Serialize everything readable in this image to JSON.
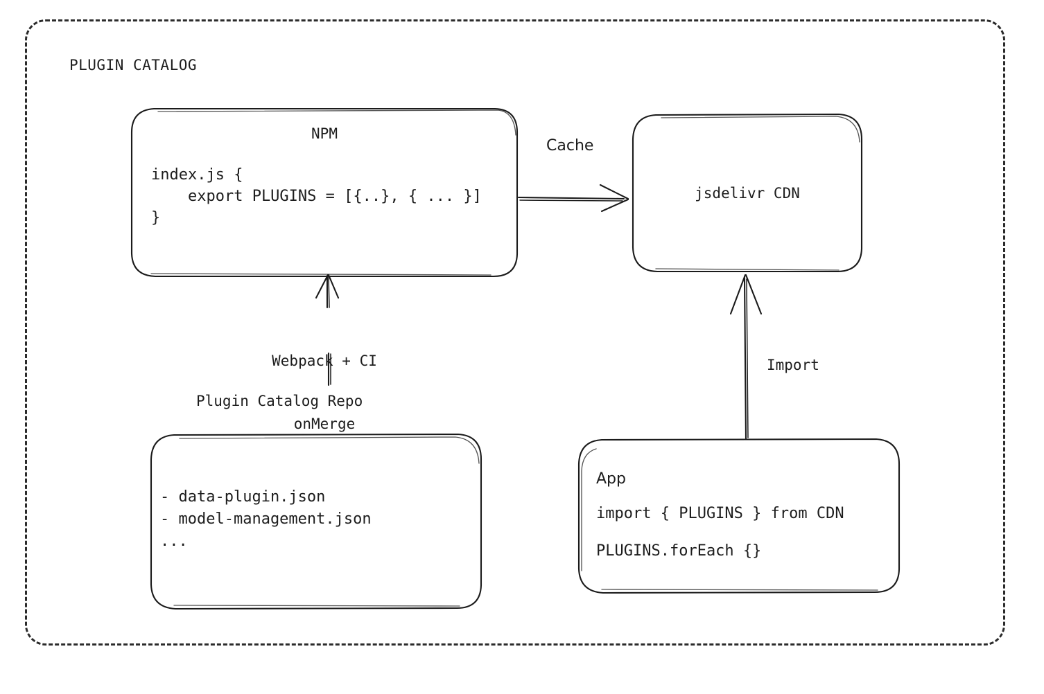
{
  "frame": {
    "title": "PLUGIN CATALOG",
    "style": "dashed-rounded",
    "stroke": "#2b2b2b"
  },
  "nodes": {
    "npm": {
      "title": "NPM",
      "code": [
        "index.js {",
        "    export PLUGINS = [{..}, { ... }]",
        "}"
      ]
    },
    "cdn": {
      "title": "jsdelivr CDN"
    },
    "repo": {
      "caption": "Plugin Catalog Repo",
      "items": [
        "- data-plugin.json",
        "- model-management.json",
        "..."
      ]
    },
    "app": {
      "title": "App",
      "code": [
        "import { PLUGINS } from CDN",
        "PLUGINS.forEach {}"
      ]
    }
  },
  "edges": {
    "cache": {
      "label": "Cache",
      "from": "npm",
      "to": "cdn",
      "direction": "right"
    },
    "webpack": {
      "label": "Webpack + CI\nonMerge",
      "label_line_1": "Webpack + CI",
      "label_line_2": "onMerge",
      "from": "repo",
      "to": "npm",
      "direction": "up"
    },
    "import": {
      "label": "Import",
      "from": "app",
      "to": "cdn",
      "direction": "up"
    }
  },
  "colors": {
    "ink": "#1b1b1b",
    "background": "#ffffff",
    "frame_stroke": "#2b2b2b"
  }
}
